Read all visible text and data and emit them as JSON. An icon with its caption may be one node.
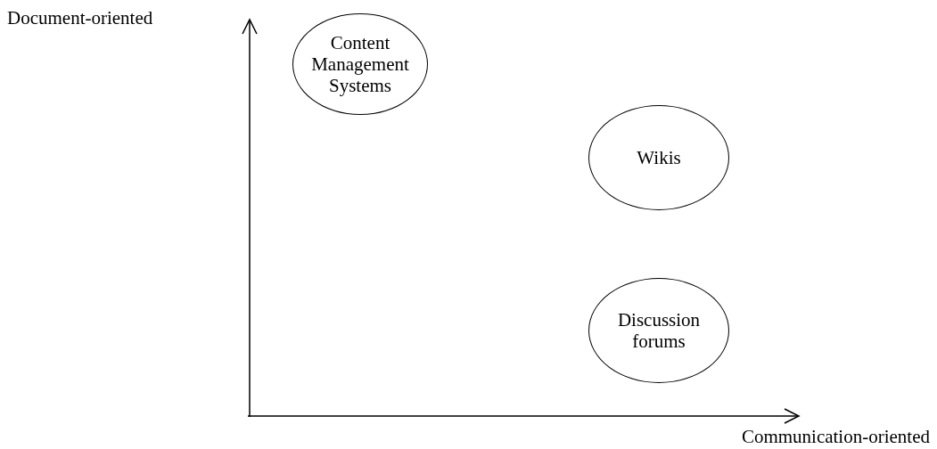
{
  "diagram": {
    "nodes": [
      {
        "text": [
          "Content Management Systems"
        ]
      },
      {
        "text": [
          "Wikis"
        ]
      },
      {
        "text": [
          "Discussion forums"
        ]
      }
    ],
    "labels": [
      "Document-oriented",
      "Communication-oriented"
    ]
  }
}
